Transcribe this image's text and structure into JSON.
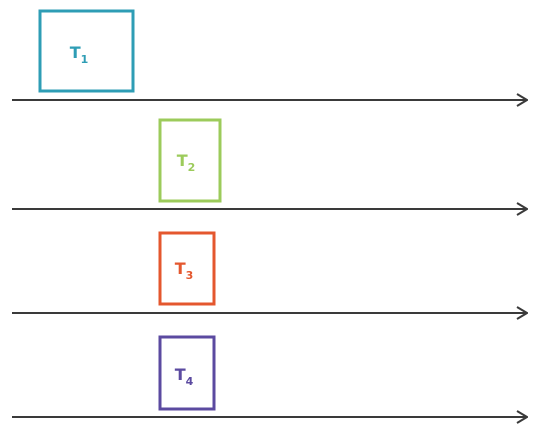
{
  "tasks": [
    {
      "name": "T",
      "sub": "1",
      "color": "#2E9DB5"
    },
    {
      "name": "T",
      "sub": "2",
      "color": "#9CCB5B"
    },
    {
      "name": "T",
      "sub": "3",
      "color": "#E4572E"
    },
    {
      "name": "T",
      "sub": "4",
      "color": "#5B4AA0"
    }
  ],
  "colors": {
    "timeline": "#3a3a3a"
  }
}
